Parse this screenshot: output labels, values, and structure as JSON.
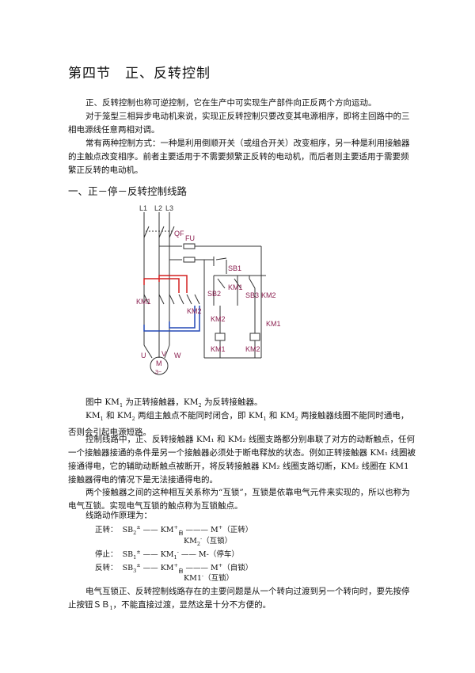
{
  "heading": "第四节　正、反转控制",
  "intro": [
    "正、反转控制也称可逆控制，它在生产中可实现生产部件向正反两个方向运动。",
    "对于笼型三相异步电动机来说，实现正反转控制只要改变其电源相序，即将主回路中的三相电源线任意两相对调。",
    "常有两种控制方式：一种是利用倒顺开关（或组合开关）改变相序，另一种是利用接触器的主触点改变相序。前者主要适用于不需要频繁正反转的电动机，而后者则主要适用于需要频繁正反转的电动机。"
  ],
  "section_title": "一、正－停－反转控制线路",
  "diagram": {
    "phases": [
      "L1",
      "L2",
      "L3"
    ],
    "qf": "QF",
    "fu": "FU",
    "sb1": "SB1",
    "sb2": "SB2",
    "sb3": "SB3",
    "km1": "KM1",
    "km2": "KM2",
    "u": "U",
    "v": "V",
    "w": "W",
    "motor": "M",
    "motor_sub": "3~",
    "colors": {
      "wire": "#333333",
      "red": "#d42020",
      "blue": "#2348b5",
      "label": "#8b2050"
    }
  },
  "body": {
    "p1a": "图中 KM",
    "p1_s1": "1",
    "p1b": " 为正转接触器，KM",
    "p1_s2": "2",
    "p1c": " 为反转接触器。",
    "p2a": "KM",
    "p2_s1": "1",
    "p2b": " 和 KM",
    "p2_s2": "2",
    "p2c": " 两组主触点不能同时闭合，即 KM",
    "p2_s3": "1",
    "p2d": " 和 KM",
    "p2_s4": "2",
    "p2e": " 两接触器线圈不能同时通电，否则会引起电源短路。",
    "p3": "控制线路中，正、反转接触器 KM₁ 和 KM₂ 线圈支路都分别串联了对方的动断触点，任何一个接触器接通的条件是另一个接触器必须处于断电释放的状态。例如正转接触器 KM₁ 线圈被接通得电，它的辅助动断触点被断开，将反转接触器 KM₂ 线圈支路切断，KM₂ 线圈在 KM1 接触器得电的情况下是无法接通得电的。",
    "p4": "两个接触器之间的这种相互关系称为“互锁”，互锁是依靠电气元件来实现的，所以也称为电气互锁。实现电气互锁的触点称为互锁触点。",
    "p5": "线路动作原理为：",
    "p6": "电气互锁正、反转控制线路存在的主要问题是从一个转向过渡到另一个转向时，要先按停止按钮ＳＢ",
    "p6_sub": "1",
    "p6_end": "，不能直接过渡，显然这是十分不方便的。"
  },
  "sequence": {
    "fwd_label": "正转：",
    "fwd_sb": "SB",
    "fwd_sb_sub": "2",
    "fwd_sb_sup": "±",
    "fwd_km": "KM",
    "fwd_km_sup": "+",
    "fwd_km_sub": "自",
    "fwd_m": "M",
    "fwd_m_sup": "+",
    "fwd_m_note": "（正转）",
    "fwd_km2": "KM",
    "fwd_km2_sub": "2",
    "fwd_km2_sup": "-",
    "fwd_km2_note": "（互锁）",
    "stop_label": "停止：",
    "stop_sb": "SB",
    "stop_sb_sub": "1",
    "stop_sb_sup": "±",
    "stop_km": "KM",
    "stop_km_sub": "1",
    "stop_km_sup": "-",
    "stop_m": "M-",
    "stop_m_note": "（停车）",
    "rev_label": "反转：",
    "rev_sb": "SB",
    "rev_sb_sub": "3",
    "rev_sb_sup": "±",
    "rev_km": "KM",
    "rev_km_sup": "+",
    "rev_km_sub": "自",
    "rev_m": "M",
    "rev_m_sup": "+",
    "rev_m_note": "（自锁）",
    "rev_km1": "KM1",
    "rev_km1_sup": "-",
    "rev_km1_note": "（互锁）"
  }
}
